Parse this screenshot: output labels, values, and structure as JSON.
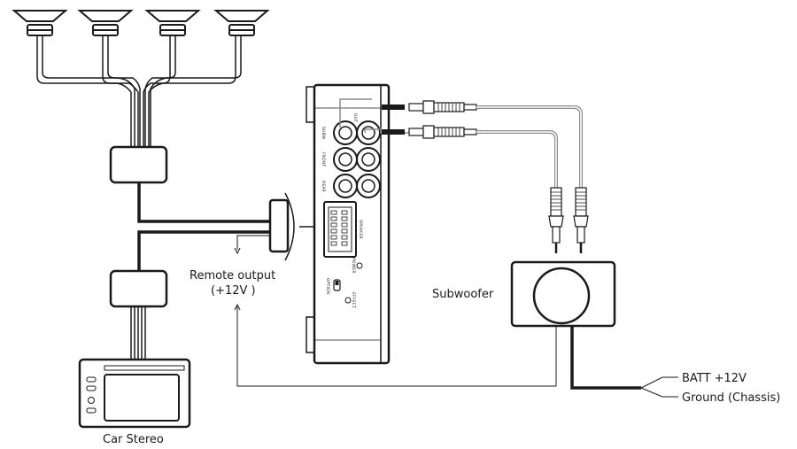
{
  "labels": {
    "remote_output_line1": "Remote output",
    "remote_output_line2": "(+12V )",
    "subwoofer": "Subwoofer",
    "car_stereo": "Car Stereo",
    "batt": "BATT +12V",
    "ground": "Ground (Chassis)"
  },
  "amp_labels": {
    "subw": "SUBW",
    "front": "FRONT",
    "rear": "REAR",
    "out": "OUT",
    "speaker": "SPEAKER",
    "power": "POWER",
    "option": "OPTION",
    "effect": "EFFECT"
  },
  "colors": {
    "line": "#1a1a1a",
    "cable_gray": "#8c8c8c",
    "background": "#ffffff"
  },
  "icons": [
    "speaker-icon",
    "harness-connector-icon",
    "amplifier-unit-icon",
    "rca-plug-icon",
    "subwoofer-box-icon",
    "car-stereo-head-unit-icon"
  ]
}
